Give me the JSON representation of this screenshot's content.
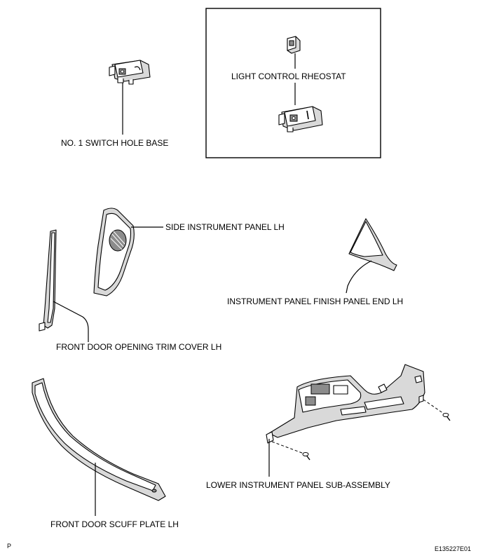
{
  "labels": {
    "switch_hole_base": "NO. 1 SWITCH HOLE BASE",
    "light_control_rheostat": "LIGHT CONTROL RHEOSTAT",
    "side_instrument_panel": "SIDE INSTRUMENT PANEL LH",
    "finish_panel_end": "INSTRUMENT PANEL FINISH PANEL END LH",
    "front_door_opening_trim": "FRONT DOOR OPENING TRIM COVER LH",
    "lower_instrument_panel": "LOWER INSTRUMENT PANEL SUB-ASSEMBLY",
    "front_door_scuff_plate": "FRONT DOOR SCUFF PLATE LH"
  },
  "footer": {
    "left_code": "P",
    "figure_id": "E135227E01"
  }
}
